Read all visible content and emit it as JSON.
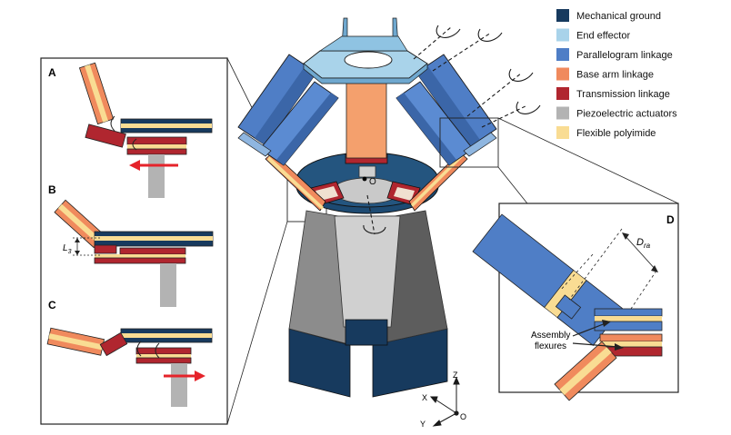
{
  "legend": [
    {
      "label": "Mechanical ground",
      "color": "#173a5e"
    },
    {
      "label": "End effector",
      "color": "#a9d3ea"
    },
    {
      "label": "Parallelogram linkage",
      "color": "#4f7ec6"
    },
    {
      "label": "Base arm linkage",
      "color": "#f08a5d"
    },
    {
      "label": "Transmission linkage",
      "color": "#b0262f"
    },
    {
      "label": "Piezoelectric actuators",
      "color": "#b3b3b3"
    },
    {
      "label": "Flexible polyimide",
      "color": "#f9dc93"
    }
  ],
  "panels": {
    "a": {
      "letter": "A"
    },
    "b": {
      "letter": "B",
      "dim_label": "L",
      "dim_sub": "3"
    },
    "c": {
      "letter": "C"
    },
    "d": {
      "letter": "D",
      "dim_label": "D",
      "dim_sub": "ra",
      "callout": [
        "Assembly",
        "flexures"
      ]
    }
  },
  "center": {
    "origin_label": "O"
  },
  "axes": {
    "x": "X",
    "y": "Y",
    "z": "Z",
    "origin": "O"
  },
  "colors": {
    "arrow_red": "#e5232a",
    "outline": "#1a1a1a"
  }
}
